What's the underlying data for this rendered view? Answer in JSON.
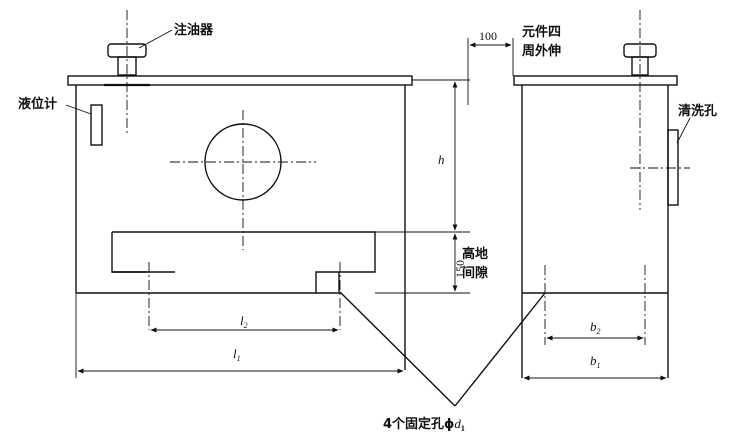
{
  "labels": {
    "oil_filler": "注油器",
    "level_gauge": "液位计",
    "component_extension_line1": "元件四",
    "component_extension_line2": "周外伸",
    "dim_100": "100",
    "cleaning_hole": "清洗孔",
    "dim_h": "h",
    "ground_clearance_line1": "高地",
    "ground_clearance_line2": "间隙",
    "dim_150": "150",
    "dim_l2": "l",
    "dim_l2_sub": "2",
    "dim_l1": "l",
    "dim_l1_sub": "1",
    "dim_b2": "b",
    "dim_b2_sub": "2",
    "dim_b1": "b",
    "dim_b1_sub": "1",
    "fixing_holes": "4个固定孔ϕ",
    "fixing_holes_var": "d",
    "fixing_holes_sub": "1"
  }
}
